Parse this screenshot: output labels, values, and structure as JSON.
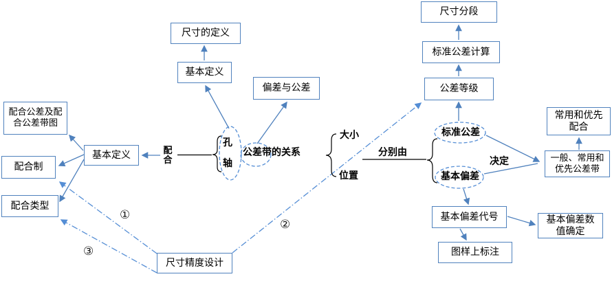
{
  "nodes": {
    "fit_tolerance_band_diagram": {
      "label": "配合公差及配\n合公差带图"
    },
    "basic_definition_left": {
      "label": "基本定义"
    },
    "fit_system": {
      "label": "配合制"
    },
    "fit_type": {
      "label": "配合类型"
    },
    "size_definition": {
      "label": "尺寸的定义"
    },
    "basic_definition_top": {
      "label": "基本定义"
    },
    "deviation_and_tolerance": {
      "label": "偏差与公差"
    },
    "size_segmentation": {
      "label": "尺寸分段"
    },
    "standard_tolerance_calculation": {
      "label": "标准公差计算"
    },
    "tolerance_grade": {
      "label": "公差等级"
    },
    "common_preferred_fit": {
      "label": "常用和优先\n配合"
    },
    "general_common_preferred_band": {
      "label": "一般、常用和\n优先公差带"
    },
    "basic_deviation_code": {
      "label": "基本偏差代号"
    },
    "basic_deviation_value": {
      "label": "基本偏差数\n值确定"
    },
    "drawing_annotation": {
      "label": "图样上标注"
    },
    "dimension_precision_design": {
      "label": "尺寸精度设计"
    }
  },
  "labels": {
    "fit": "配\n合",
    "hole": "孔",
    "shaft": "轴",
    "tolerance_band_relation": "公差带的关系",
    "size": "大小",
    "position": "位置",
    "respectively_by": "分别由",
    "standard_tolerance": "标准公差",
    "basic_deviation": "基本偏差",
    "decide": "决定",
    "circle_1": "①",
    "circle_2": "②",
    "circle_3": "③"
  },
  "colors": {
    "box_border": "#4f81bd",
    "solid_arrow": "#4f81bd",
    "dash_line": "#558ed5",
    "brace_and_text": "#000000",
    "background": "#ffffff"
  }
}
